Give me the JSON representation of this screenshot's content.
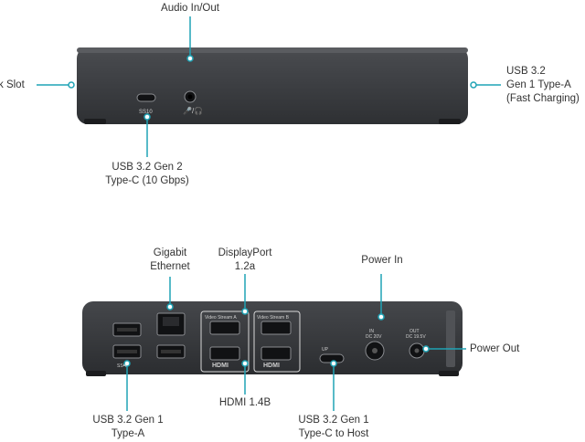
{
  "front_view": {
    "labels": {
      "audio": [
        "Audio In/Out"
      ],
      "lock_slot": [
        "k Slot"
      ],
      "usb_a_fast": [
        "USB 3.2",
        "Gen 1 Type-A",
        "(Fast Charging)"
      ],
      "usb_c_gen2": [
        "USB 3.2 Gen 2",
        "Type-C (10 Gbps)"
      ]
    },
    "port_markings": {
      "usb_c_logo": "SS10",
      "audio_symbol": "🎤/🎧"
    }
  },
  "rear_view": {
    "labels": {
      "ethernet": [
        "Gigabit",
        "Ethernet"
      ],
      "displayport": [
        "DisplayPort",
        "1.2a"
      ],
      "power_in": [
        "Power In"
      ],
      "power_out": [
        "Power Out"
      ],
      "usb_a": [
        "USB 3.2 Gen 1",
        "Type-A"
      ],
      "hdmi": [
        "HDMI 1.4B"
      ],
      "usb_c_host": [
        "USB 3.2 Gen 1",
        "Type-C to Host"
      ]
    },
    "port_markings": {
      "video_stream_a": "Video Stream A",
      "video_stream_b": "Video Stream B",
      "hdmi_a": "HDMI",
      "hdmi_b": "HDMI",
      "in_label": "IN",
      "in_voltage": "DC 20V",
      "out_label": "OUT",
      "out_voltage": "DC 19.5V",
      "usb_ss": "SS⇆",
      "up_label": "UP"
    }
  },
  "colors": {
    "accent": "#1fa3b5",
    "device_body": "#3d3f42",
    "device_dark": "#232427",
    "port_fill": "#111214",
    "text": "#333333"
  }
}
